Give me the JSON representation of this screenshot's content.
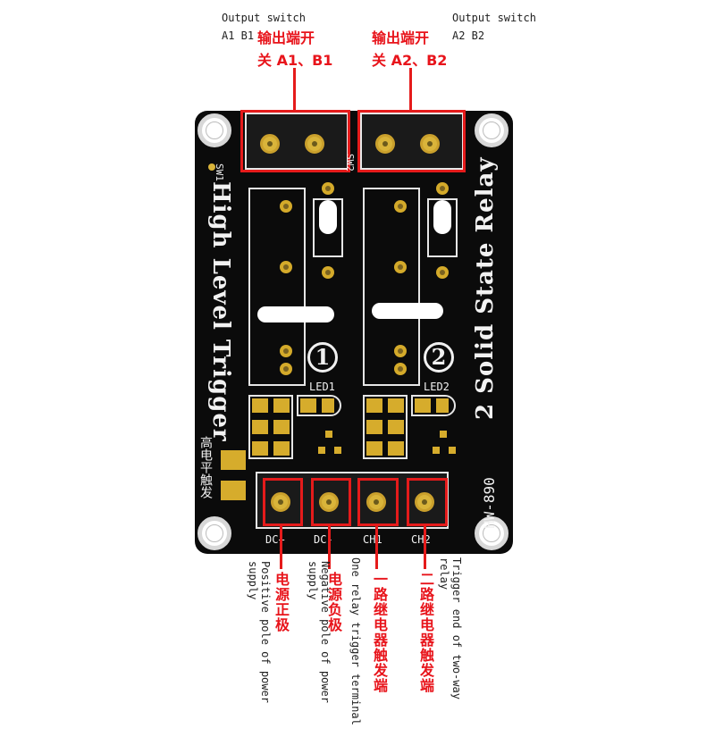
{
  "labels": {
    "out1_en_line1": "Output switch",
    "out1_en_line2": "A1 B1",
    "out1_cn_line1": "输出端开",
    "out1_cn_line2": "关 A1、B1",
    "out2_en_line1": "Output switch",
    "out2_en_line2": "A2 B2",
    "out2_cn_line1": "输出端开",
    "out2_cn_line2": "关 A2、B2",
    "dc_plus_cn": "电源正极",
    "dc_plus_en": "Positive pole of power supply",
    "dc_minus_cn": "电源负极",
    "dc_minus_en": "Negative pole of power supply",
    "ch1_cn": "一路继电器触发端",
    "ch1_en": "One relay trigger terminal",
    "ch2_cn": "二路继电器触发端",
    "ch2_en": "Trigger end of two-way relay"
  },
  "board": {
    "title": "2 Solid State Relay",
    "model": "HW-890",
    "trigger_text": "High Level Trigger",
    "trigger_cn": "高电平触发",
    "sw1": "SW1",
    "sw2": "SW2",
    "led1": "LED1",
    "led2": "LED2",
    "num1": "1",
    "num2": "2",
    "pin_dc_plus": "DC+",
    "pin_dc_minus": "DC-",
    "pin_ch1": "CH1",
    "pin_ch2": "CH2"
  },
  "colors": {
    "annotation_red": "#e8141b",
    "board_black": "#0b0b0b",
    "pad_gold": "#d9b43a",
    "silkscreen": "#f2f2f2"
  }
}
